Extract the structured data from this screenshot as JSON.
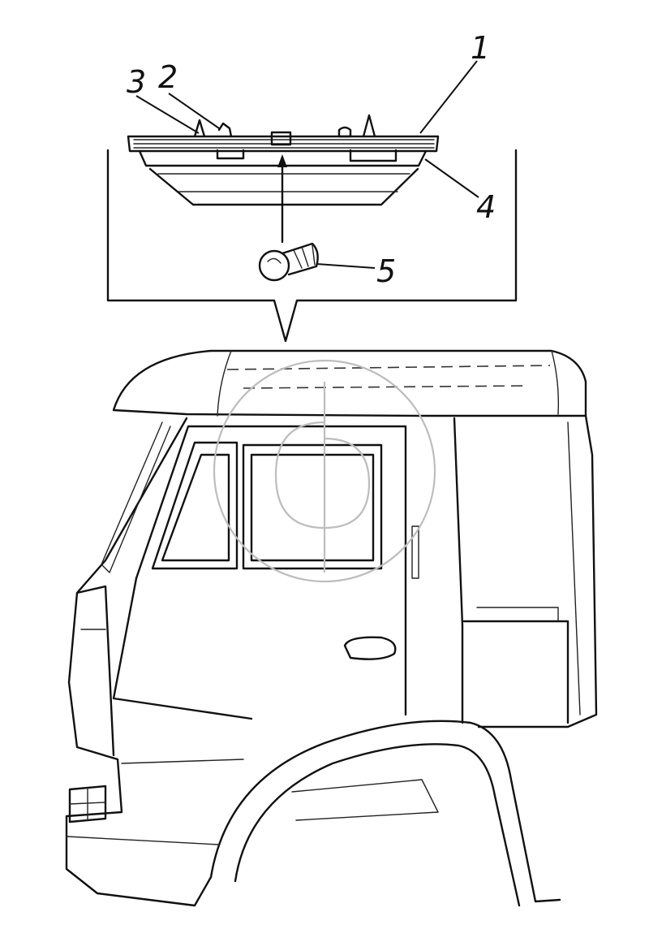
{
  "figure": {
    "callouts": [
      {
        "id": "1",
        "label": "1"
      },
      {
        "id": "2",
        "label": "2"
      },
      {
        "id": "3",
        "label": "3"
      },
      {
        "id": "4",
        "label": "4"
      },
      {
        "id": "5",
        "label": "5"
      }
    ],
    "colors": {
      "line": "#111111",
      "watermark": "#bdbdbd",
      "background": "#ffffff"
    }
  }
}
